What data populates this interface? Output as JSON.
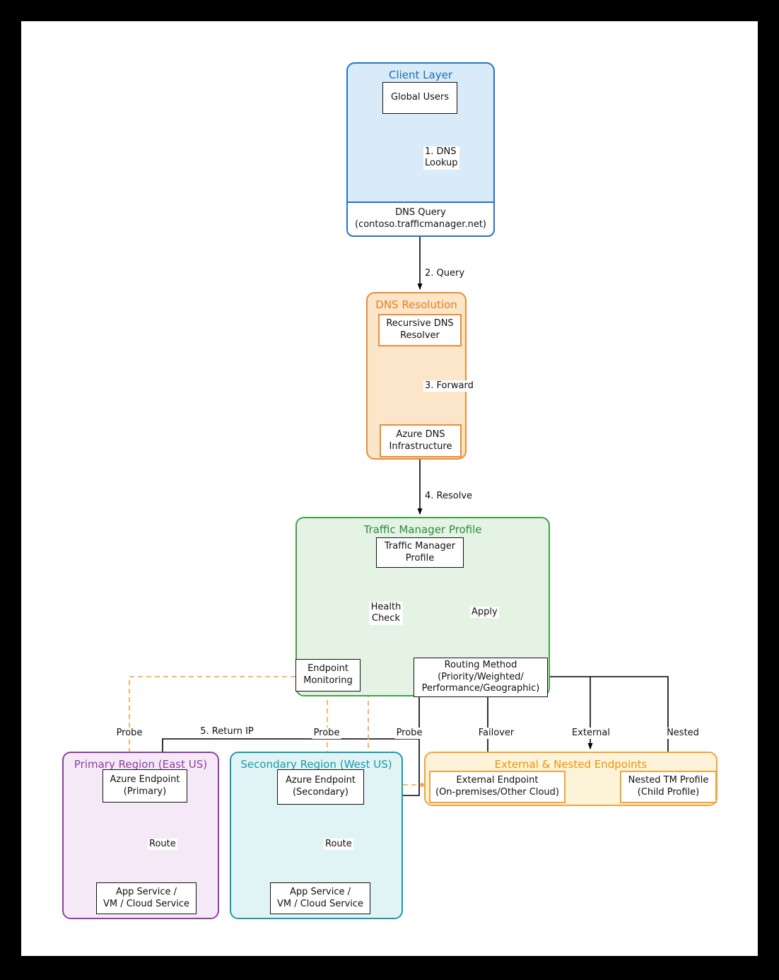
{
  "client": {
    "title": "Client Layer",
    "global_users": "Global Users",
    "dns_query": "DNS Query\n(contoso.trafficmanager.net)"
  },
  "dns": {
    "title": "DNS Resolution",
    "resolver": "Recursive DNS\nResolver",
    "azure_dns": "Azure DNS\nInfrastructure"
  },
  "tm": {
    "title": "Traffic Manager Profile",
    "profile": "Traffic Manager\nProfile",
    "endpoint_monitoring": "Endpoint\nMonitoring",
    "routing_method": "Routing Method\n(Priority/Weighted/\nPerformance/Geographic)"
  },
  "primary": {
    "title": "Primary Region (East US)",
    "endpoint": "Azure Endpoint\n(Primary)",
    "app": "App Service /\nVM / Cloud Service"
  },
  "secondary": {
    "title": "Secondary Region (West US)",
    "endpoint": "Azure Endpoint\n(Secondary)",
    "app": "App Service /\nVM / Cloud Service"
  },
  "external": {
    "title": "External & Nested Endpoints",
    "endpoint": "External Endpoint\n(On-premises/Other Cloud)",
    "nested": "Nested TM Profile\n(Child Profile)"
  },
  "edges": {
    "dns_lookup": "1. DNS\nLookup",
    "query": "2. Query",
    "forward": "3. Forward",
    "resolve": "4. Resolve",
    "health_check": "Health\nCheck",
    "apply": "Apply",
    "probe_primary": "Probe",
    "return_ip": "5. Return IP",
    "probe_secondary": "Probe",
    "probe_external": "Probe",
    "failover": "Failover",
    "external": "External",
    "nested": "Nested",
    "route_primary": "Route",
    "route_secondary": "Route"
  },
  "colors": {
    "client_border": "#2176c7",
    "client_fill": "#d9eaf8",
    "dns_border": "#ef8b30",
    "dns_fill": "#fce6c9",
    "tm_border": "#43a047",
    "tm_fill": "#e5f3e5",
    "primary_border": "#8e3fa0",
    "primary_fill": "#f5e9f8",
    "secondary_border": "#1b9aaa",
    "secondary_fill": "#e0f4f6",
    "external_border": "#f2a33c",
    "external_fill": "#fdf3d8",
    "arrow": "#000000",
    "probe_line": "#f5a33c"
  }
}
